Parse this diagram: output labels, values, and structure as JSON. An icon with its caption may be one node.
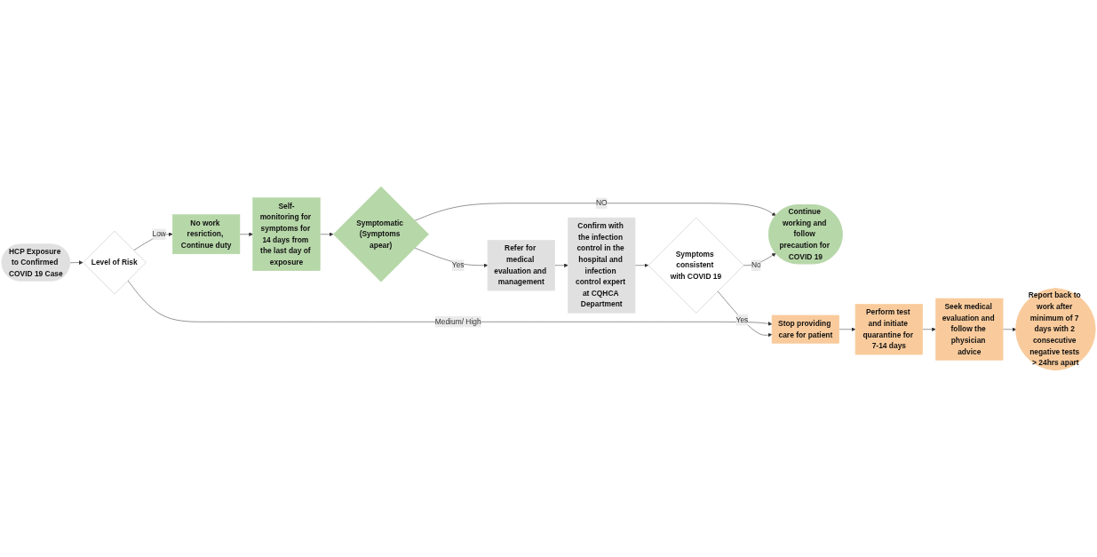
{
  "diagram": {
    "nodes": [
      {
        "text": [
          "HCP Exposure to Confirmed COVID 19 Case"
        ]
      },
      {
        "text": [
          "Level of Risk"
        ]
      },
      {
        "text": [
          "No work resriction, Continue duty"
        ]
      },
      {
        "text": [
          "Self-monitoring for symptoms for 14 days from the last day of exposure"
        ]
      },
      {
        "text": [
          "Symptomatic (Symptoms apear)"
        ]
      },
      {
        "text": [
          "Refer for medical evaluation and management"
        ]
      },
      {
        "text": [
          "Confirm with the infection control in the hospital and infection control expert at CQHCA Department"
        ]
      },
      {
        "text": [
          "Symptoms consistent with COVID 19"
        ]
      },
      {
        "text": [
          "Continue working and follow precaution for COVID 19"
        ]
      },
      {
        "text": [
          "Stop providing care for patient"
        ]
      },
      {
        "text": [
          "Perform test and initiate quarantine for 7-14 days"
        ]
      },
      {
        "text": [
          "Seek medical evaluation and follow the physician advice"
        ]
      },
      {
        "text": [
          "Report back to work after minimum of 7 days with 2 consecutive negative tests > 24hrs apart"
        ]
      }
    ],
    "edges": [
      {
        "from": 0,
        "to": 1,
        "arrow": "to"
      },
      {
        "from": 1,
        "to": 2,
        "arrow": "to",
        "label": "Low"
      },
      {
        "from": 1,
        "to": 9,
        "arrow": "to",
        "label": "Medium/ High"
      },
      {
        "from": 2,
        "to": 3,
        "arrow": "to"
      },
      {
        "from": 3,
        "to": 4,
        "arrow": "to"
      },
      {
        "from": 4,
        "to": 5,
        "arrow": "to",
        "label": "Yes"
      },
      {
        "from": 5,
        "to": 6,
        "arrow": "to"
      },
      {
        "from": 6,
        "to": 7,
        "arrow": "to"
      },
      {
        "from": 4,
        "to": 8,
        "arrow": "to",
        "label": "NO"
      },
      {
        "from": 7,
        "to": 9,
        "arrow": "to",
        "label": "Yes"
      },
      {
        "from": 7,
        "to": 8,
        "arrow": "to",
        "label": "No"
      },
      {
        "from": 9,
        "to": 10,
        "arrow": "to"
      },
      {
        "from": 10,
        "to": 11,
        "arrow": "to"
      },
      {
        "from": 11,
        "to": 12,
        "arrow": "to"
      }
    ]
  }
}
